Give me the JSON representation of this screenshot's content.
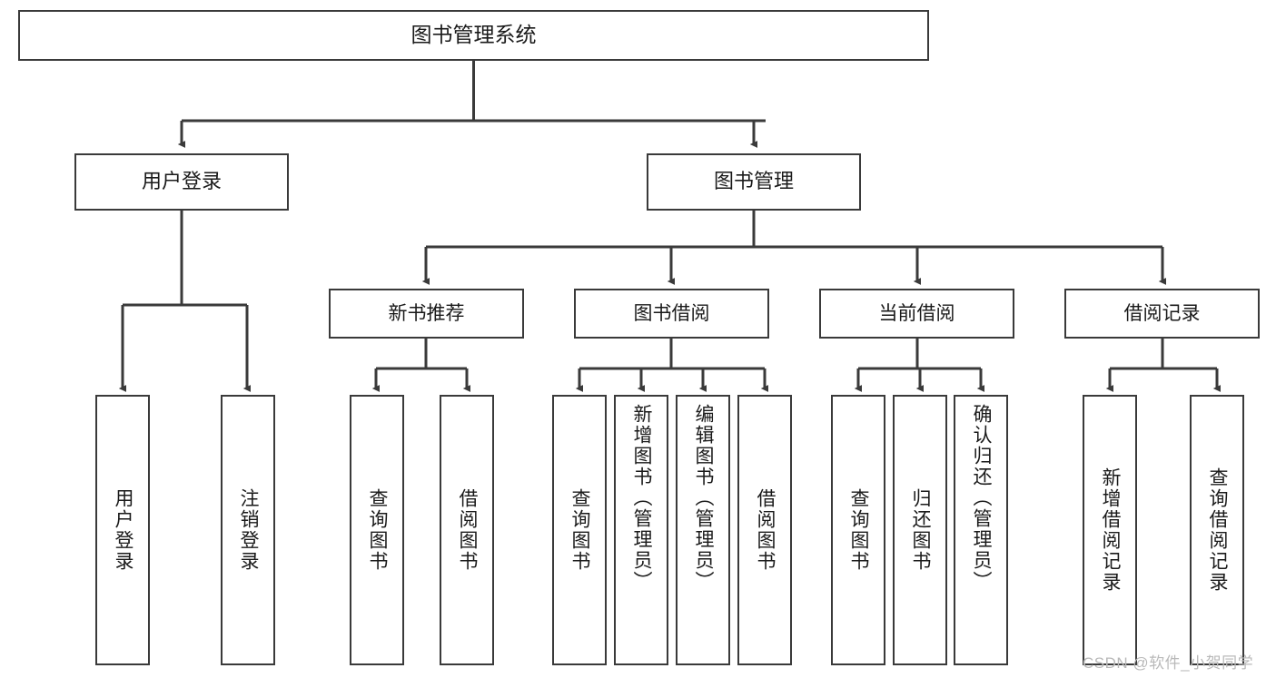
{
  "diagram": {
    "title": "图书管理系统",
    "type": "hierarchy-tree",
    "root": {
      "label": "图书管理系统"
    },
    "level2": [
      {
        "label": "用户登录"
      },
      {
        "label": "图书管理"
      }
    ],
    "level3": [
      {
        "label": "新书推荐"
      },
      {
        "label": "图书借阅"
      },
      {
        "label": "当前借阅"
      },
      {
        "label": "借阅记录"
      }
    ],
    "leaves": {
      "user_login": [
        {
          "label": "用户登录"
        },
        {
          "label": "注销登录"
        }
      ],
      "new_book_recommend": [
        {
          "label": "查询图书"
        },
        {
          "label": "借阅图书"
        }
      ],
      "book_borrow": [
        {
          "label": "查询图书"
        },
        {
          "label": "新增图书（管理员）"
        },
        {
          "label": "编辑图书（管理员）"
        },
        {
          "label": "借阅图书"
        }
      ],
      "current_borrow": [
        {
          "label": "查询图书"
        },
        {
          "label": "归还图书"
        },
        {
          "label": "确认归还（管理员）"
        }
      ],
      "borrow_record": [
        {
          "label": "新增借阅记录"
        },
        {
          "label": "查询借阅记录"
        }
      ]
    }
  },
  "watermark": {
    "text": "CSDN @软件_小贺同学"
  },
  "colors": {
    "border": "#3a3a3a",
    "background": "#ffffff",
    "text": "#1a1a1a",
    "watermark": "#b9b9b9"
  }
}
